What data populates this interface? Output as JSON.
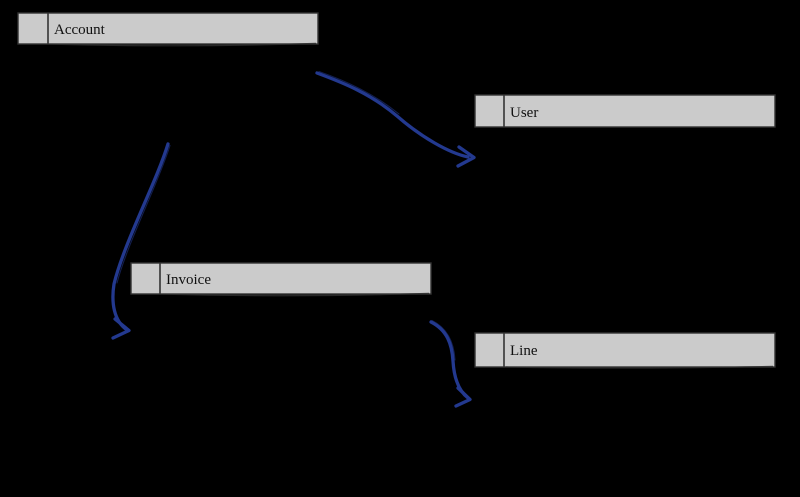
{
  "diagram": {
    "background": "#000000",
    "entities": [
      {
        "id": "account",
        "label": "Account"
      },
      {
        "id": "user",
        "label": "User"
      },
      {
        "id": "invoice",
        "label": "Invoice"
      },
      {
        "id": "line",
        "label": "Line"
      }
    ],
    "relationships": [
      {
        "from": "Account",
        "to": "User",
        "style": "curved-arrow"
      },
      {
        "from": "Account",
        "to": "Invoice",
        "style": "curved-arrow"
      },
      {
        "from": "Invoice",
        "to": "Line",
        "style": "curved-arrow"
      }
    ]
  },
  "colors": {
    "background": "#000000",
    "box_fill": "#cbcbcb",
    "box_border": "#333333",
    "arrow": "#23398f",
    "label_text": "#101010"
  }
}
